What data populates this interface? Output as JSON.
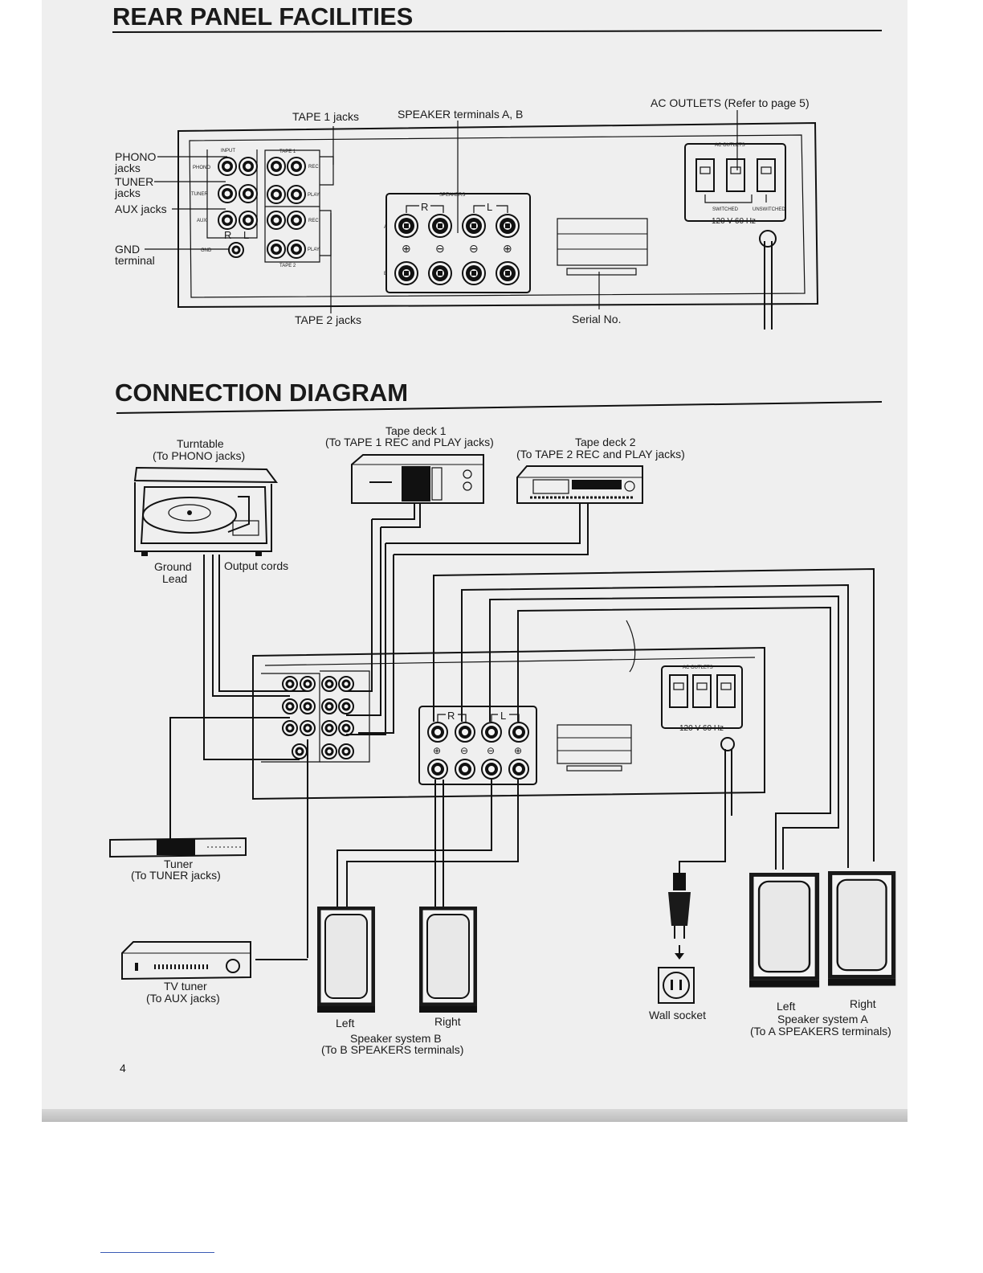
{
  "headings": {
    "rear_panel": "REAR PANEL FACILITIES",
    "connection": "CONNECTION DIAGRAM"
  },
  "rear_panel": {
    "callouts": {
      "tape1": "TAPE 1 jacks",
      "speaker_terminals": "SPEAKER terminals A, B",
      "ac_outlets": "AC OUTLETS (Refer to page 5)",
      "phono": "PHONO",
      "phono_sub": "jacks",
      "tuner": "TUNER",
      "tuner_sub": "jacks",
      "aux": "AUX jacks",
      "gnd": "GND",
      "gnd_sub": "terminal",
      "tape2": "TAPE 2 jacks",
      "serial": "Serial No."
    },
    "panel_labels": {
      "input": "INPUT",
      "tape1": "TAPE 1",
      "tape2": "TAPE 2",
      "speakers": "SPEAKERS",
      "ac_outlets": "AC OUTLETS",
      "phono": "PHONO",
      "tuner": "TUNER",
      "aux": "AUX",
      "gnd": "GND",
      "rec": "REC",
      "play": "PLAY",
      "r": "R",
      "l": "L",
      "a": "A",
      "b": "B",
      "plus": "⊕",
      "minus": "⊖",
      "switched": "SWITCHED",
      "unswitched": "UNSWITCHED",
      "voltage": "120 V 60 Hz"
    }
  },
  "connection": {
    "turntable": {
      "title": "Turntable",
      "sub": "(To PHONO jacks)",
      "ground_1": "Ground",
      "ground_2": "Lead",
      "output": "Output cords"
    },
    "tape_deck_1": {
      "title": "Tape deck 1",
      "sub": "(To TAPE 1 REC and PLAY jacks)"
    },
    "tape_deck_2": {
      "title": "Tape deck 2",
      "sub": "(To TAPE 2 REC and PLAY jacks)"
    },
    "tuner": {
      "title": "Tuner",
      "sub": "(To TUNER jacks)"
    },
    "tv_tuner": {
      "title": "TV tuner",
      "sub": "(To AUX jacks)"
    },
    "speaker_b": {
      "left": "Left",
      "right": "Right",
      "title": "Speaker system B",
      "sub": "(To B SPEAKERS terminals)"
    },
    "speaker_a": {
      "left": "Left",
      "right": "Right",
      "title": "Speaker system A",
      "sub": "(To A SPEAKERS terminals)"
    },
    "wall_socket": "Wall socket",
    "ac_outlets": "AC OUTLETS",
    "voltage": "120 V 60 Hz"
  },
  "page_number": "4"
}
